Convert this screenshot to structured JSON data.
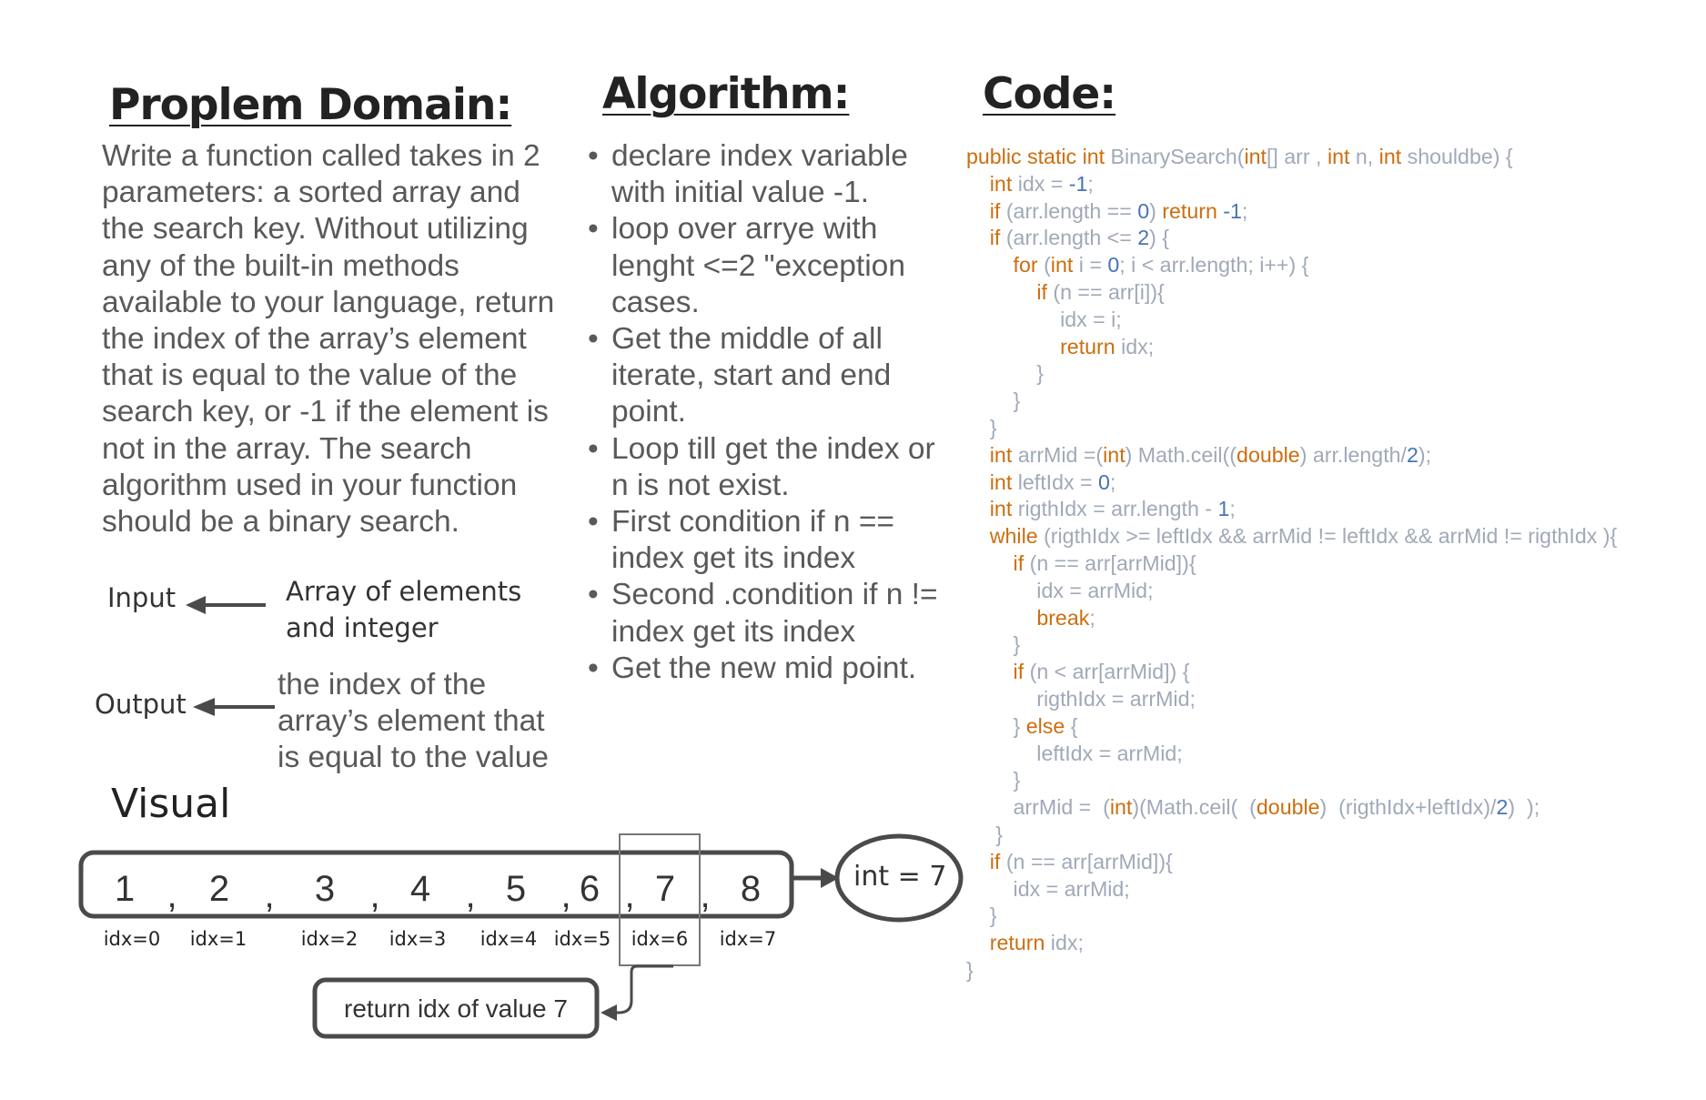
{
  "headings": {
    "problem": "Proplem Domain:",
    "algorithm": "Algorithm:",
    "code": "Code:",
    "visual": "Visual"
  },
  "problem_text": "Write a function called takes in 2 parameters: a sorted array and the search key. Without utilizing any of the built-in methods available to your language, return the index of the array’s element that is equal to the value of the search key, or -1 if the element is not in the array. The search algorithm used in your function should be a binary search.",
  "io": {
    "input_label": "Input",
    "input_desc_line1": "Array of elements",
    "input_desc_line2": "and integer",
    "output_label": "Output",
    "output_desc": "the index of the array’s element that is equal to the value"
  },
  "algorithm_steps": [
    "declare index variable with initial value -1.",
    "loop over arrye with lenght <=2 \"exception cases.",
    "Get the middle of all iterate, start and end point.",
    "Loop till get the index or n is not exist.",
    "First condition if n == index get its index",
    "Second .condition if n != index get its index",
    "",
    "Get the new mid point."
  ],
  "code_lines": [
    [
      [
        "k",
        "public static int "
      ],
      [
        "t",
        "BinarySearch("
      ],
      [
        "k",
        "int"
      ],
      [
        "t",
        "[] arr , "
      ],
      [
        "k",
        "int "
      ],
      [
        "t",
        "n, "
      ],
      [
        "k",
        "int "
      ],
      [
        "t",
        "shouldbe) {"
      ]
    ],
    [
      [
        "t",
        "    "
      ],
      [
        "k",
        "int "
      ],
      [
        "t",
        "idx = "
      ],
      [
        "n",
        "-1"
      ],
      [
        "t",
        ";"
      ]
    ],
    [
      [
        "t",
        "    "
      ],
      [
        "k",
        "if "
      ],
      [
        "t",
        "(arr.length == "
      ],
      [
        "n",
        "0"
      ],
      [
        "t",
        ") "
      ],
      [
        "k",
        "return "
      ],
      [
        "n",
        "-1"
      ],
      [
        "t",
        ";"
      ]
    ],
    [
      [
        "t",
        "    "
      ],
      [
        "k",
        "if "
      ],
      [
        "t",
        "(arr.length <= "
      ],
      [
        "n",
        "2"
      ],
      [
        "t",
        ") {"
      ]
    ],
    [
      [
        "t",
        "        "
      ],
      [
        "k",
        "for "
      ],
      [
        "t",
        "("
      ],
      [
        "k",
        "int "
      ],
      [
        "t",
        "i = "
      ],
      [
        "n",
        "0"
      ],
      [
        "t",
        "; i < arr.length; i++) {"
      ]
    ],
    [
      [
        "t",
        "            "
      ],
      [
        "k",
        "if "
      ],
      [
        "t",
        "(n == arr[i]){"
      ]
    ],
    [
      [
        "t",
        "                idx = i;"
      ]
    ],
    [
      [
        "t",
        "                "
      ],
      [
        "k",
        "return "
      ],
      [
        "t",
        "idx;"
      ]
    ],
    [
      [
        "t",
        "            }"
      ]
    ],
    [
      [
        "t",
        "        }"
      ]
    ],
    [
      [
        "t",
        "    }"
      ]
    ],
    [
      [
        "t",
        "    "
      ],
      [
        "k",
        "int "
      ],
      [
        "t",
        "arrMid =("
      ],
      [
        "k",
        "int"
      ],
      [
        "t",
        ") Math.ceil(("
      ],
      [
        "k",
        "double"
      ],
      [
        "t",
        ") arr.length/"
      ],
      [
        "n",
        "2"
      ],
      [
        "t",
        ");"
      ]
    ],
    [
      [
        "t",
        "    "
      ],
      [
        "k",
        "int "
      ],
      [
        "t",
        "leftIdx = "
      ],
      [
        "n",
        "0"
      ],
      [
        "t",
        ";"
      ]
    ],
    [
      [
        "t",
        "    "
      ],
      [
        "k",
        "int "
      ],
      [
        "t",
        "rigthIdx = arr.length - "
      ],
      [
        "n",
        "1"
      ],
      [
        "t",
        ";"
      ]
    ],
    [
      [
        "t",
        "    "
      ],
      [
        "k",
        "while "
      ],
      [
        "t",
        "(rigthIdx >= leftIdx && arrMid != leftIdx && arrMid != rigthIdx ){"
      ]
    ],
    [
      [
        "t",
        "        "
      ],
      [
        "k",
        "if "
      ],
      [
        "t",
        "(n == arr[arrMid]){"
      ]
    ],
    [
      [
        "t",
        "            idx = arrMid;"
      ]
    ],
    [
      [
        "t",
        "            "
      ],
      [
        "k",
        "break"
      ],
      [
        "t",
        ";"
      ]
    ],
    [
      [
        "t",
        "        }"
      ]
    ],
    [
      [
        "t",
        "        "
      ],
      [
        "k",
        "if "
      ],
      [
        "t",
        "(n < arr[arrMid]) {"
      ]
    ],
    [
      [
        "t",
        "            rigthIdx = arrMid;"
      ]
    ],
    [
      [
        "t",
        "        } "
      ],
      [
        "k",
        "else "
      ],
      [
        "t",
        "{"
      ]
    ],
    [
      [
        "t",
        "            leftIdx = arrMid;"
      ]
    ],
    [
      [
        "t",
        "        }"
      ]
    ],
    [
      [
        "t",
        "        arrMid =  ("
      ],
      [
        "k",
        "int"
      ],
      [
        "t",
        ")(Math.ceil(  ("
      ],
      [
        "k",
        "double"
      ],
      [
        "t",
        ")  (rigthIdx+leftIdx)/"
      ],
      [
        "n",
        "2"
      ],
      [
        "t",
        ")  );"
      ]
    ],
    [
      [
        "t",
        "     }"
      ]
    ],
    [
      [
        "t",
        "    "
      ],
      [
        "k",
        "if "
      ],
      [
        "t",
        "(n == arr[arrMid]){"
      ]
    ],
    [
      [
        "t",
        "        idx = arrMid;"
      ]
    ],
    [
      [
        "t",
        "    }"
      ]
    ],
    [
      [
        "t",
        "    "
      ],
      [
        "k",
        "return "
      ],
      [
        "t",
        "idx;"
      ]
    ],
    [
      [
        "t",
        "}"
      ]
    ]
  ],
  "visual": {
    "array_values": [
      "1",
      "2",
      "3",
      "4",
      "5",
      "6",
      "7",
      "8"
    ],
    "separator": ",",
    "idx_labels": [
      "idx=0",
      "idx=1",
      "idx=2",
      "idx=3",
      "idx=4",
      "idx=5",
      "idx=6",
      "idx=7"
    ],
    "target_label": "int = 7",
    "result_label": "return idx of value 7",
    "highlight_index": 6
  },
  "colors": {
    "keyword": "#cc6e0f",
    "number": "#4674b5",
    "code_text": "#a0a9b8",
    "body_text": "#595959",
    "outline": "#4a4a4a"
  }
}
